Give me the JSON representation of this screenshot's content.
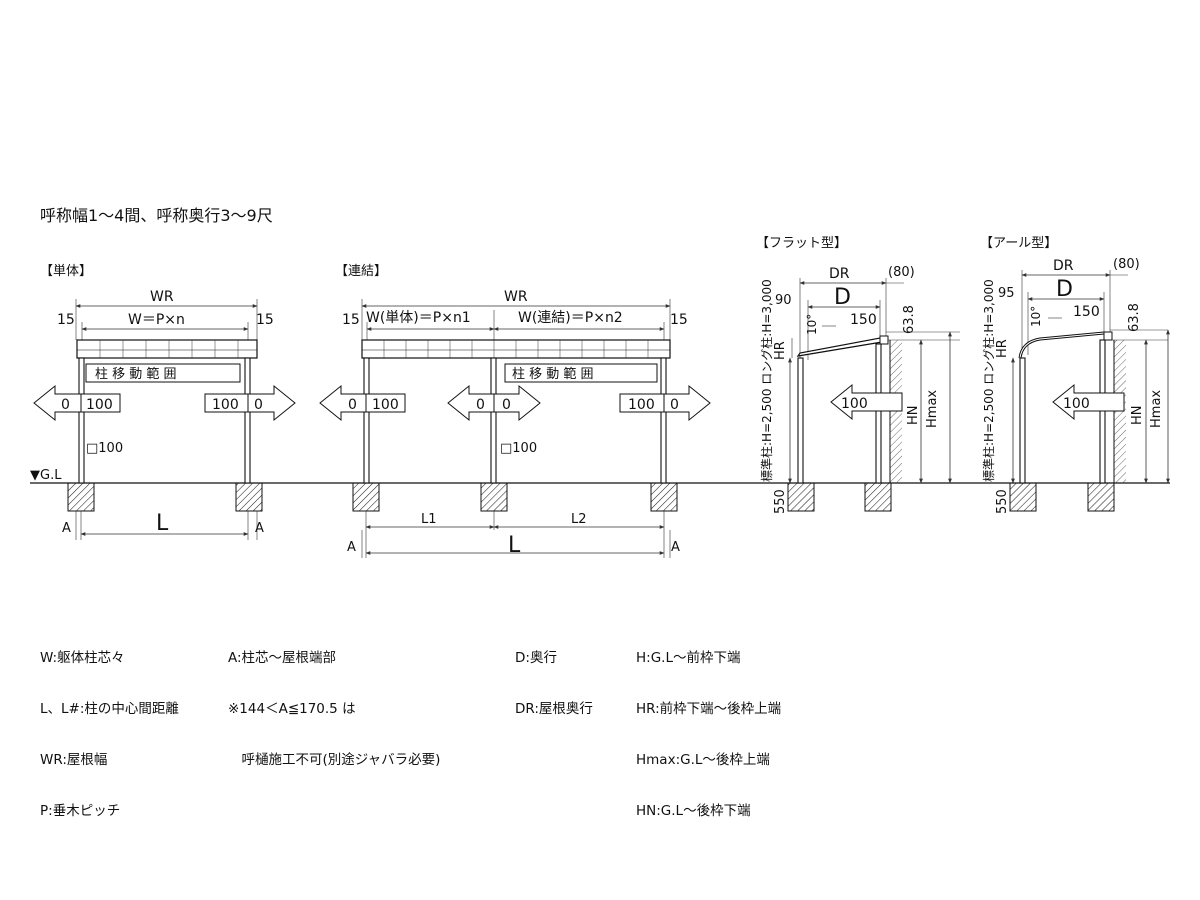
{
  "title": "呼称幅1〜4間、呼称奥行3〜9尺",
  "single": {
    "label": "【単体】",
    "wr": "WR",
    "left_dim": "15",
    "right_dim": "15",
    "w_formula": "W＝P×n",
    "range_label": "柱 移 動 範 囲",
    "arrow_left_zero": "0",
    "arrow_left_100": "100",
    "arrow_right_100": "100",
    "arrow_right_zero": "0",
    "post_size": "□100",
    "gl": "▼G.L",
    "a_left": "A",
    "a_right": "A",
    "l": "L"
  },
  "joined": {
    "label": "【連結】",
    "wr": "WR",
    "left_dim": "15",
    "right_dim": "15",
    "w_single": "W(単体)＝P×n1",
    "w_joined": "W(連結)＝P×n2",
    "range_label": "柱 移 動 範 囲",
    "arrow1_zero": "0",
    "arrow1_100": "100",
    "arrow2_zero_left": "0",
    "arrow2_zero_right": "0",
    "arrow3_100": "100",
    "arrow3_zero": "0",
    "post_size": "□100",
    "l1": "L1",
    "l2": "L2",
    "l": "L",
    "a_left": "A",
    "a_right": "A"
  },
  "flat": {
    "label": "【フラット型】",
    "dr": "DR",
    "dim80": "(80)",
    "dim90": "90",
    "d": "D",
    "angle": "10°",
    "dim150": "150",
    "dim63": "63.8",
    "hr": "HR",
    "h_label": "標準柱:H=2,500 ロング柱:H=3,000",
    "arrow": "100",
    "hn": "HN",
    "hmax": "Hmax",
    "dim550": "550"
  },
  "round": {
    "label": "【アール型】",
    "dr": "DR",
    "dim80": "(80)",
    "dim95": "95",
    "d": "D",
    "angle": "10°",
    "dim150": "150",
    "dim63": "63.8",
    "hr": "HR",
    "h_label": "標準柱:H=2,500 ロング柱:H=3,000",
    "arrow": "100",
    "hn": "HN",
    "hmax": "Hmax",
    "dim550": "550"
  },
  "legend": {
    "col1": [
      "W:躯体柱芯々",
      "L、L#:柱の中心間距離",
      "WR:屋根幅",
      "P:垂木ピッチ"
    ],
    "col2": [
      "A:柱芯〜屋根端部",
      "※144＜A≦170.5 は",
      "　呼樋施工不可(別途ジャバラ必要)"
    ],
    "col3": [
      "D:奥行",
      "DR:屋根奥行"
    ],
    "col4": [
      "H:G.L〜前枠下端",
      "HR:前枠下端〜後枠上端",
      "Hmax:G.L〜後枠上端",
      "HN:G.L〜後枠下端"
    ]
  }
}
